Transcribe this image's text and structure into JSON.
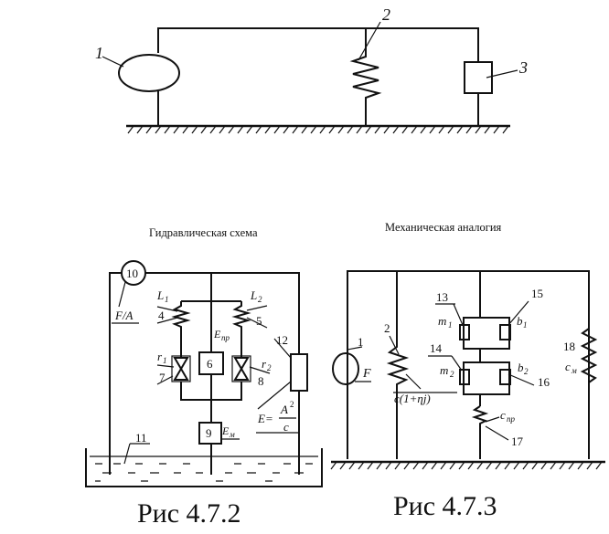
{
  "figure_top": {
    "labels": {
      "n1": "1",
      "n2": "2",
      "n3": "3"
    }
  },
  "figure_hydraulic": {
    "title": "Гидравлическая схема",
    "caption": "Рис 4.7.2",
    "labels": {
      "n10": "10",
      "fa": "F/A",
      "L1": "L",
      "L1_sub": "1",
      "n4": "4",
      "L2": "L",
      "L2_sub": "2",
      "n5": "5",
      "Epr": "E",
      "Epr_sub": "пр",
      "n6": "6",
      "r1": "r",
      "r1_sub": "1",
      "n7": "7",
      "r2": "r",
      "r2_sub": "2",
      "n8": "8",
      "n12": "12",
      "E_eq": "E=",
      "A_sq": "A",
      "sq": "2",
      "c": "c",
      "n9": "9",
      "Em": "E",
      "Em_sub": "м",
      "n11": "11"
    }
  },
  "figure_mechanical": {
    "title": "Механическая аналогия",
    "caption": "Рис 4.7.3",
    "labels": {
      "n1": "1",
      "F": "F",
      "n2": "2",
      "c_expr": "c(1+ηj)",
      "n13": "13",
      "m1": "m",
      "m1_sub": "1",
      "n15": "15",
      "b1": "b",
      "b1_sub": "1",
      "n14": "14",
      "m2": "m",
      "m2_sub": "2",
      "b2": "b",
      "b2_sub": "2",
      "n16": "16",
      "cpr": "c",
      "cpr_sub": "пр",
      "n17": "17",
      "n18": "18",
      "cm": "c",
      "cm_sub": "м"
    }
  }
}
